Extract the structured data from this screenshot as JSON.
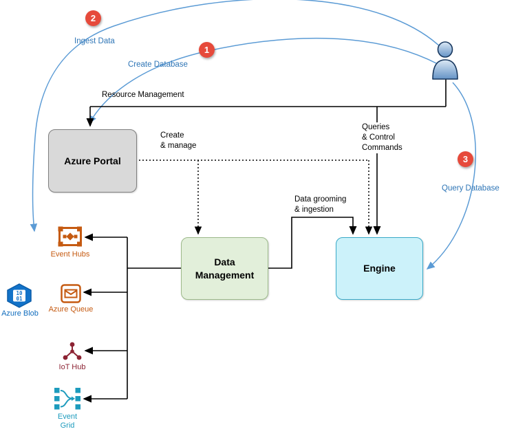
{
  "steps": {
    "create": {
      "number": "1",
      "label": "Create Database"
    },
    "ingest": {
      "number": "2",
      "label": "Ingest Data"
    },
    "query": {
      "number": "3",
      "label": "Query Database"
    }
  },
  "nodes": {
    "azure_portal": "Azure Portal",
    "data_management": "Data\nManagement",
    "engine": "Engine"
  },
  "edge_labels": {
    "resource_management": "Resource Management",
    "create_manage": "Create\n& manage",
    "queries_control": "Queries\n& Control\nCommands",
    "data_grooming": "Data grooming\n& ingestion"
  },
  "sources": [
    {
      "icon": "event-hubs-icon",
      "label": "Event Hubs"
    },
    {
      "icon": "azure-queue-icon",
      "label": "Azure Queue"
    },
    {
      "icon": "iot-hub-icon",
      "label": "IoT Hub"
    },
    {
      "icon": "event-grid-icon",
      "label": "Event\nGrid"
    }
  ],
  "storage": {
    "icon": "azure-blob-icon",
    "label": "Azure Blob",
    "binary": [
      "10",
      "01"
    ]
  },
  "icons": {
    "actor": "user-person-icon"
  },
  "colors": {
    "flow_arrow_blue": "#5b9bd5",
    "flow_label_blue": "#2e75b6",
    "step_badge_red": "#e64a3b",
    "portal_fill": "#d9d9d9",
    "data_management_fill": "#e2efda",
    "engine_fill": "#ccf2fa",
    "event_hubs_orange": "#c55a11",
    "iot_hub_maroon": "#8c2333",
    "event_grid_teal": "#1d9bbd",
    "azure_blob_blue": "#1272c8",
    "connector_black": "#000000"
  }
}
